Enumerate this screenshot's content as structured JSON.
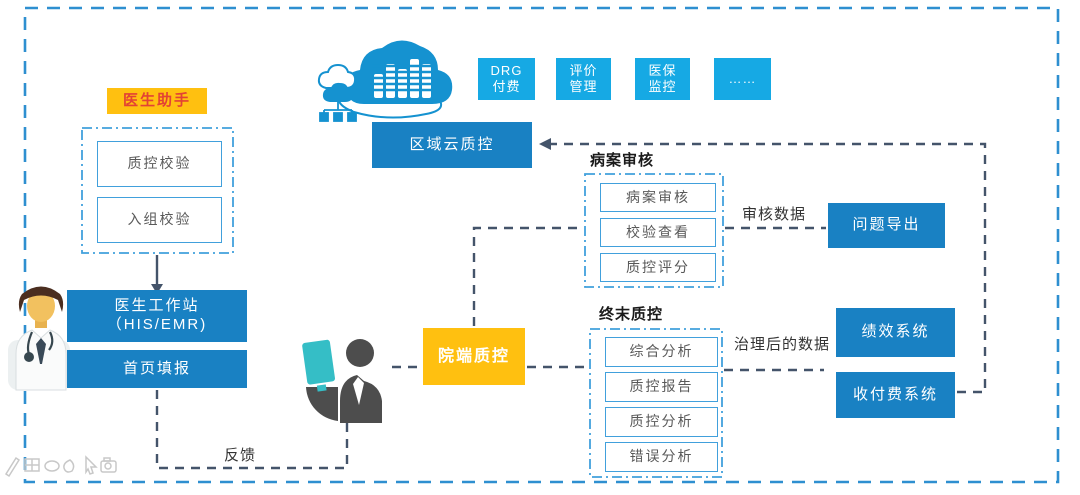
{
  "colors": {
    "accent_blue": "#1981C3",
    "accent_cyan": "#16A9E4",
    "accent_yellow": "#FFC010",
    "red_label_text": "#E34234",
    "box_border_blue": "#41A0DC",
    "connector_gray": "#44546A",
    "outer_border_blue": "#2E8FD0"
  },
  "doctor_assistant": {
    "title": "医生助手",
    "items": [
      {
        "label": "质控校验"
      },
      {
        "label": "入组校验"
      }
    ]
  },
  "workstation": {
    "line1": "医生工作站",
    "line2": "（HIS/EMR)"
  },
  "first_page": {
    "label": "首页填报"
  },
  "hospital_qc": {
    "label": "院端质控"
  },
  "regional_cloud_qc": {
    "label": "区域云质控"
  },
  "cloud_services": [
    {
      "line1": "DRG",
      "line2": "付费"
    },
    {
      "line1": "评价",
      "line2": "管理"
    },
    {
      "line1": "医保",
      "line2": "监控"
    },
    {
      "line1": "……",
      "line2": ""
    }
  ],
  "record_review": {
    "title": "病案审核",
    "items": [
      {
        "label": "病案审核"
      },
      {
        "label": "校验查看"
      },
      {
        "label": "质控评分"
      }
    ]
  },
  "issue_export": {
    "label": "问题导出"
  },
  "terminal_qc": {
    "title": "终末质控",
    "items": [
      {
        "label": "综合分析"
      },
      {
        "label": "质控报告"
      },
      {
        "label": "质控分析"
      },
      {
        "label": "错误分析"
      }
    ]
  },
  "performance_system": {
    "label": "绩效系统"
  },
  "billing_system": {
    "label": "收付费系统"
  },
  "labels": {
    "feedback": "反馈",
    "review_data": "审核数据",
    "governed_data": "治理后的数据"
  },
  "icons": {
    "cloud": "cloud-computing-icon",
    "doctor": "doctor-avatar-icon",
    "operator": "operator-terminal-icon",
    "tools": [
      "pencil-icon",
      "table-icon",
      "ellipse-icon",
      "shape-icon",
      "cursor-icon",
      "camera-icon"
    ]
  }
}
